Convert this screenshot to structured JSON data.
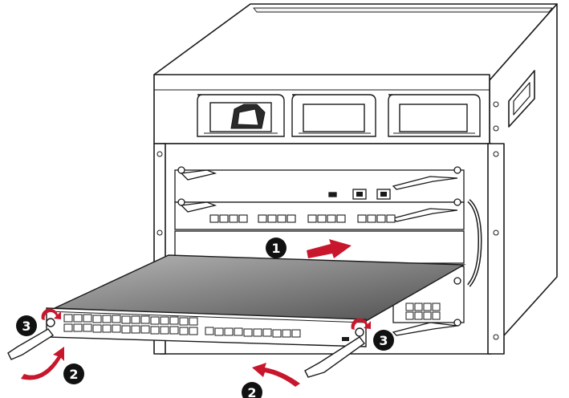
{
  "steps": [
    {
      "number": "1",
      "action": "push"
    },
    {
      "number": "2",
      "action": "rotate-lever-left"
    },
    {
      "number": "2",
      "action": "rotate-lever-right"
    },
    {
      "number": "3",
      "action": "tighten-screw-left"
    },
    {
      "number": "3",
      "action": "tighten-screw-right"
    }
  ],
  "colors": {
    "line": "#1a1a1a",
    "arrow_red": "#c8162c",
    "panel_gray": "#8a8a8a",
    "badge": "#111111"
  },
  "icons": [
    "screw-icon",
    "ejector-lever-icon",
    "rj45-port-icon",
    "usb-port-icon",
    "curved-arrow-icon",
    "insert-arrow-icon"
  ]
}
